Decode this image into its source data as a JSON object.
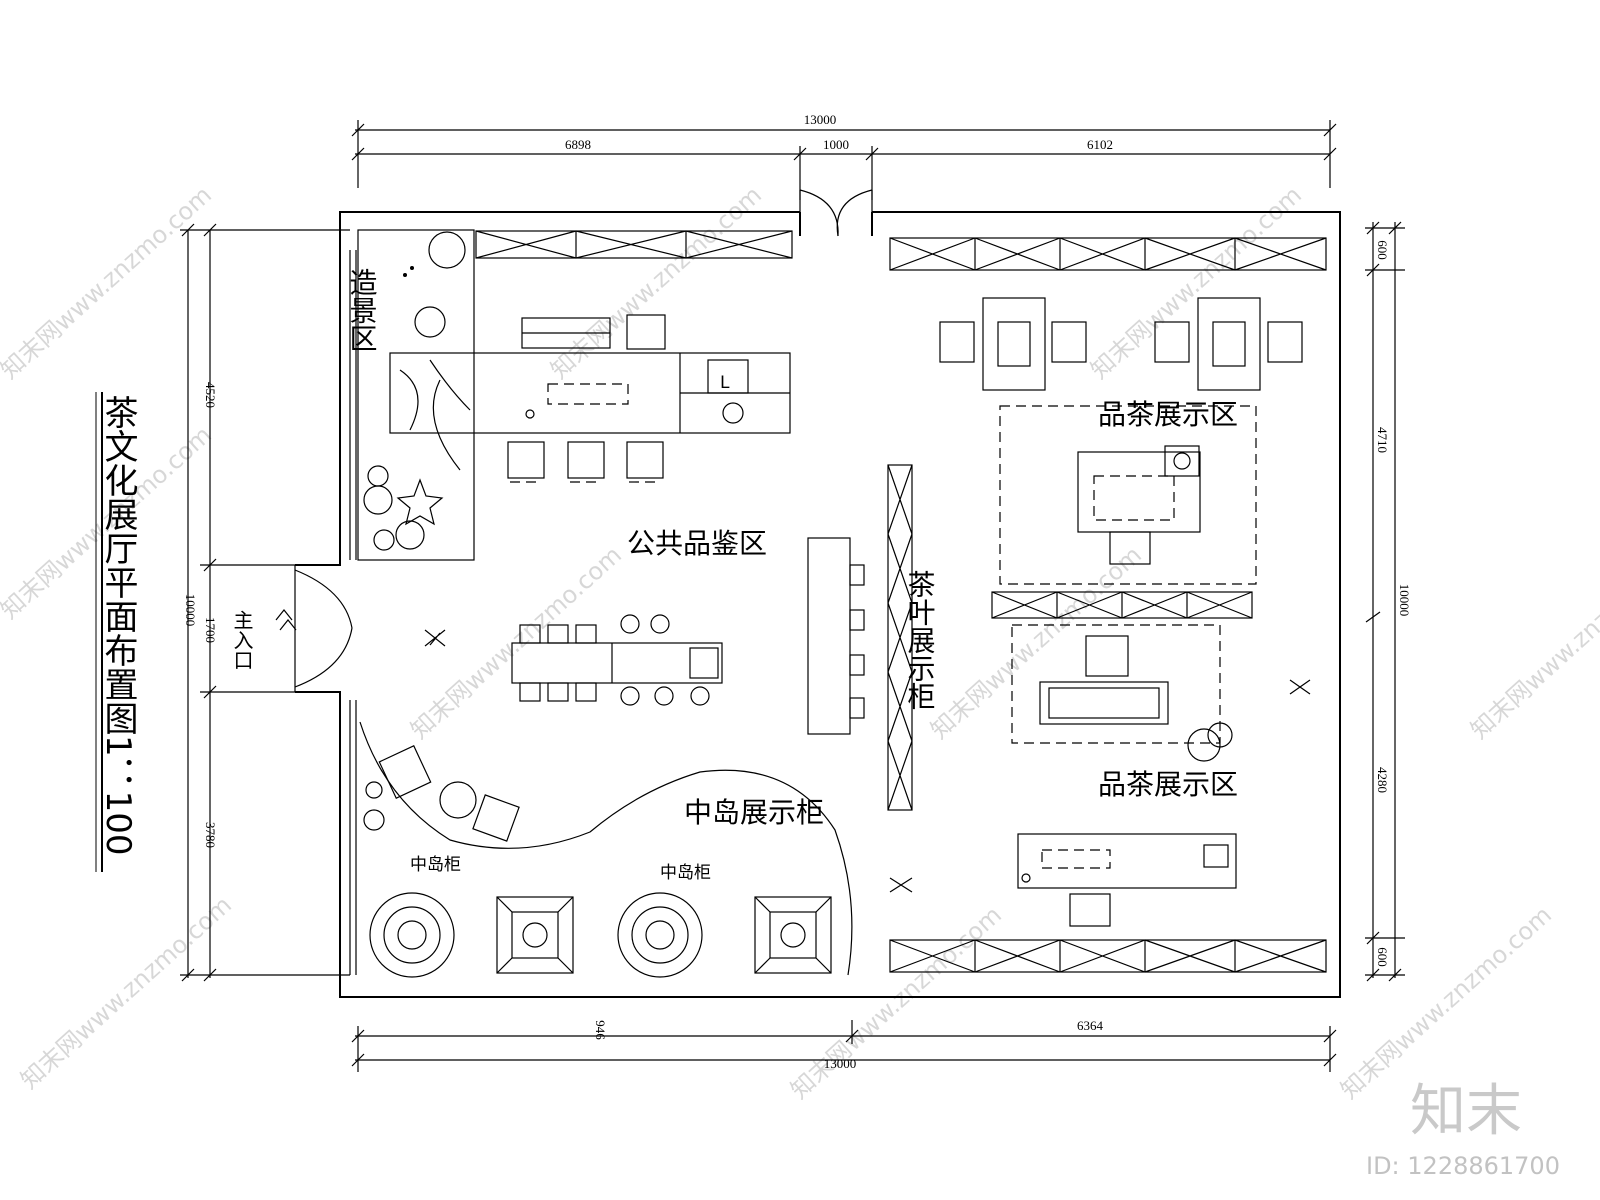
{
  "title": "茶文化展厅平面布置图1：100",
  "dimensions": {
    "top_total": "13000",
    "top_left": "6898",
    "top_door": "1000",
    "top_right": "6102",
    "bottom_left": "946",
    "bottom_right": "6364",
    "bottom_total": "13000",
    "left_top": "4520",
    "left_door": "1700",
    "left_total": "10000",
    "left_bottom": "3780",
    "right_top": "600",
    "right_mid": "4710",
    "right_total": "10000",
    "right_lower": "4280",
    "right_bottom": "600"
  },
  "labels": {
    "landscape": "造景区",
    "main_entrance": "主入口",
    "public_tasting": "公共品鉴区",
    "tea_display_1": "品茶展示区",
    "tea_display_2": "品茶展示区",
    "tea_leaf_cabinet": "茶叶展示柜",
    "island_cabinet": "中岛展示柜",
    "island_small_1": "中岛柜",
    "island_small_2": "中岛柜"
  },
  "watermarks": {
    "site": "知末网www.znzmo.com",
    "brand": "知末",
    "id": "ID: 1228861700"
  }
}
